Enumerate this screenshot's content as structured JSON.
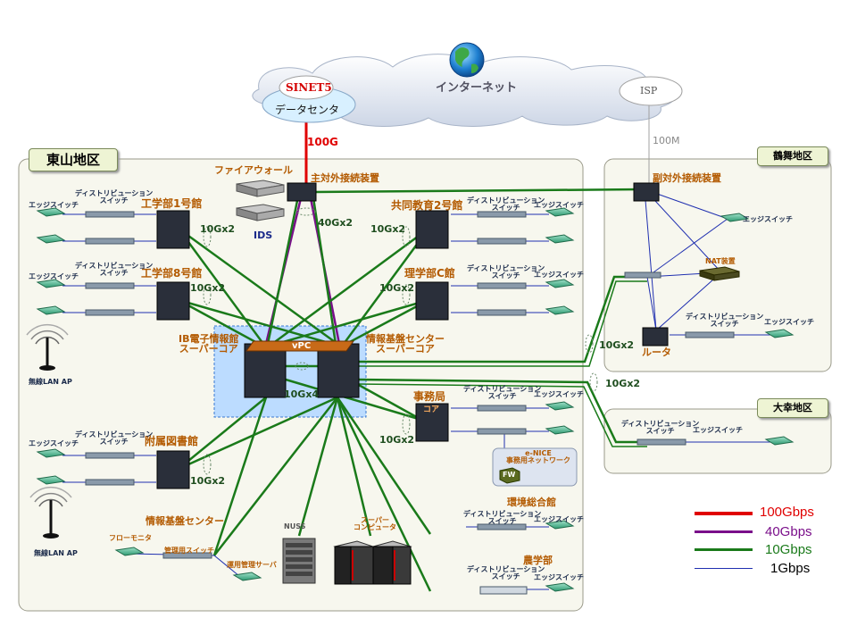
{
  "cloud": {
    "sinet": "SINET5",
    "datacenter": "データセンタ",
    "internet": "インターネット",
    "isp": "ISP"
  },
  "regions": {
    "higashiyama": "東山地区",
    "tsurumai": "鶴舞地区",
    "daiko": "大幸地区"
  },
  "links": {
    "l100g": "100G",
    "l100m": "100M",
    "l40g": "40Gx2",
    "l10gx4": "10Gx4",
    "l10g": "10Gx2"
  },
  "devices": {
    "firewall": "ファイアウォール",
    "ids": "IDS",
    "main_ext": "主対外接続装置",
    "sub_ext": "副対外接続装置",
    "eng1": "工学部1号館",
    "eng8": "工学部8号館",
    "kyotsu2": "共同教育2号館",
    "sciC": "理学部C館",
    "core_left": "IB電子情報館\nスーパーコア",
    "core_right": "情報基盤センター\nスーパーコア",
    "vpc": "vPC",
    "jimu": "事務局",
    "jimu_core": "コア",
    "library": "附属図書館",
    "env": "環境総合館",
    "agri": "農学部",
    "itc": "情報基盤センター",
    "nuss": "NUSS",
    "super": "スーパー\nコンピュータ",
    "mgmt_sw": "管理用スイッチ",
    "floor_monitor": "フローモニタ",
    "ops_server": "運用管理サーバ",
    "enice": "e-NICE\n事務用ネットワーク",
    "fw": "FW",
    "nat": "NAT装置",
    "router": "ルータ",
    "edge": "エッジスイッチ",
    "dist": "ディストリビューション\nスイッチ",
    "wlan": "無線LAN AP"
  },
  "legend": [
    {
      "label": "100Gbps",
      "color": "#e00000"
    },
    {
      "label": "40Gbps",
      "color": "#7a0f8a"
    },
    {
      "label": "10Gbps",
      "color": "#1a7a1a"
    },
    {
      "label": "1Gbps",
      "color": "#2030b0"
    }
  ],
  "colors": {
    "g100": "#e00000",
    "g40": "#7a0f8a",
    "g10": "#1a7a1a",
    "g1": "#2030b0",
    "region_bg": "#f7f7ee",
    "core_bg": "#bcdcff"
  }
}
